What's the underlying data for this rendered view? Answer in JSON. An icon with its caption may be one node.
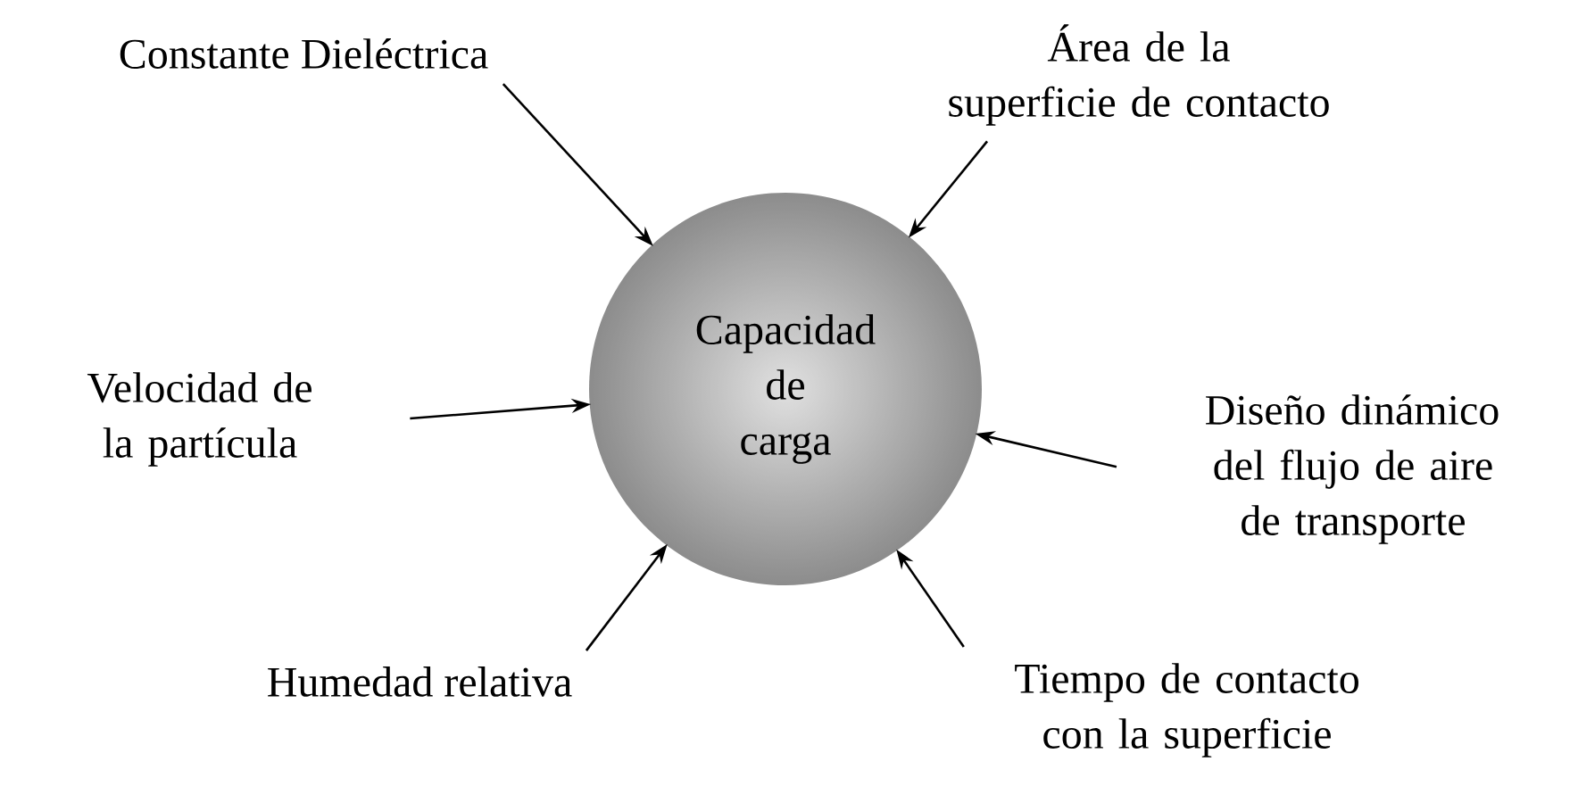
{
  "diagram": {
    "nodes": [
      {
        "text": [
          "Capacidad de carga"
        ]
      },
      {
        "text": [
          "Constante Dieléctrica"
        ]
      },
      {
        "text": [
          "Área de la superficie de contacto"
        ]
      },
      {
        "text": [
          "Velocidad de la partícula"
        ]
      },
      {
        "text": [
          "Diseño dinámico del flujo de aire de transporte"
        ]
      },
      {
        "text": [
          "Humedad relativa"
        ]
      },
      {
        "text": [
          "Tiempo de contacto con la superficie"
        ]
      }
    ],
    "edges": [
      {
        "from": 1,
        "to": 0,
        "arrow": "to"
      },
      {
        "from": 2,
        "to": 0,
        "arrow": "to"
      },
      {
        "from": 3,
        "to": 0,
        "arrow": "to"
      },
      {
        "from": 4,
        "to": 0,
        "arrow": "to"
      },
      {
        "from": 5,
        "to": 0,
        "arrow": "to"
      },
      {
        "from": 6,
        "to": 0,
        "arrow": "to"
      }
    ]
  }
}
